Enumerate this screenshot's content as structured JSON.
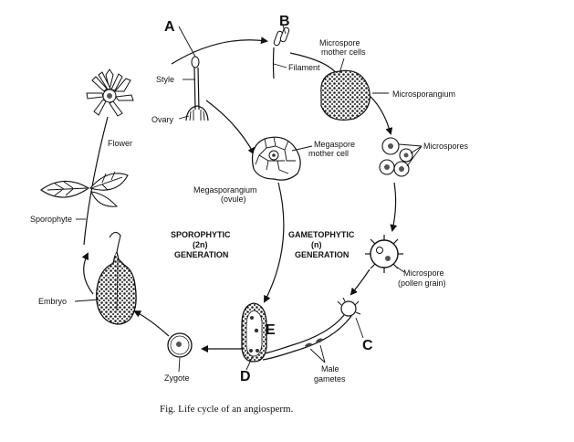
{
  "labels": {
    "A": "A",
    "B": "B",
    "C": "C",
    "D": "D",
    "E": "E",
    "style": "Style",
    "ovary": "Ovary",
    "flower": "Flower",
    "filament": "Filament",
    "microspore_mother_l1": "Microspore",
    "microspore_mother_l2": "mother cells",
    "microsporangium": "Microsporangium",
    "megaspore_mother_l1": "Megaspore",
    "megaspore_mother_l2": "mother cell",
    "megasporangium_l1": "Megasporangium",
    "megasporangium_l2": "(ovule)",
    "microspores": "Microspores",
    "sporophyte": "Sporophyte",
    "sporophytic_l1": "SPOROPHYTIC",
    "sporophytic_l2": "(2n)",
    "sporophytic_l3": "GENERATION",
    "gametophytic_l1": "GAMETOPHYTIC",
    "gametophytic_l2": "(n)",
    "gametophytic_l3": "GENERATION",
    "microspore_pollen_l1": "Microspore",
    "microspore_pollen_l2": "(pollen grain)",
    "embryo": "Embryo",
    "zygote": "Zygote",
    "male_gametes_l1": "Male",
    "male_gametes_l2": "gametes"
  },
  "caption": "Fig. Life cycle of an angiosperm."
}
